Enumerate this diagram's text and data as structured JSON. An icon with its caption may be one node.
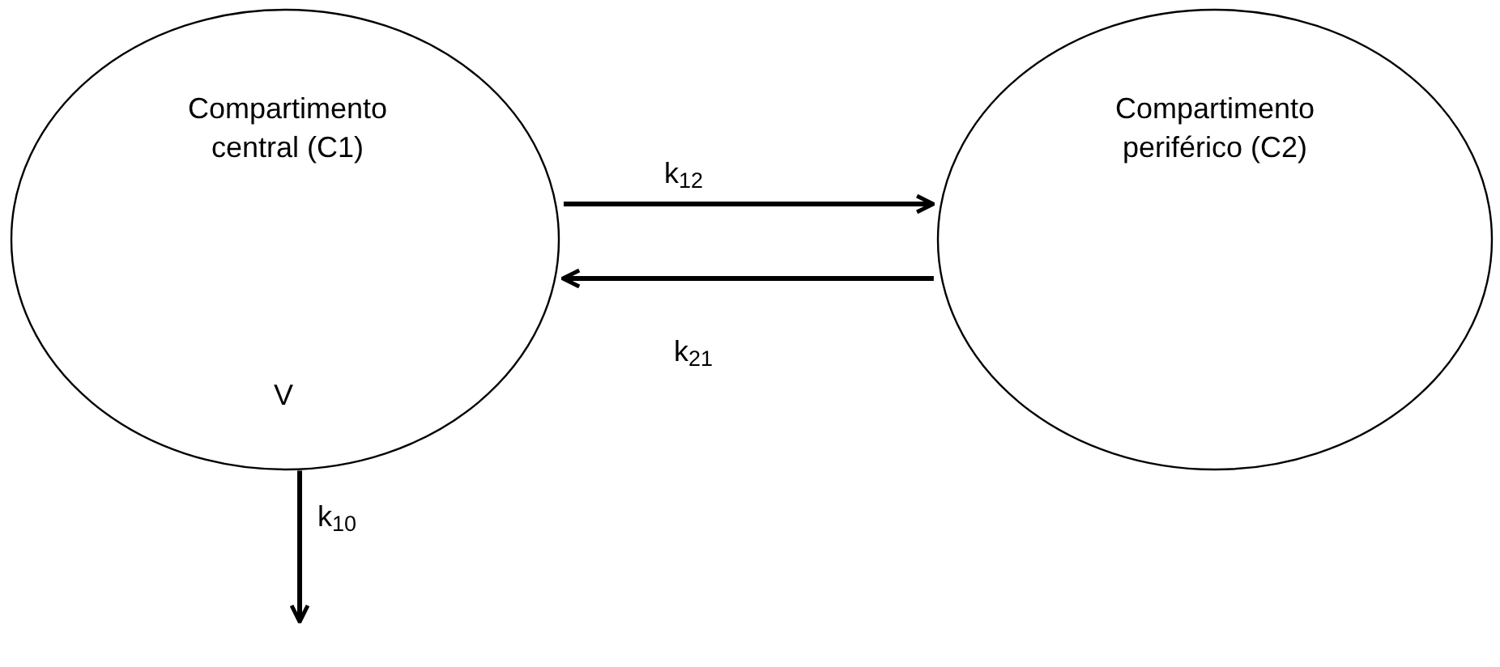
{
  "diagram": {
    "nodes": [
      {
        "text": [
          "Compartimento central (C1)",
          "V"
        ]
      },
      {
        "text": [
          "Compartimento periférico (C2)"
        ]
      }
    ],
    "edges": [
      {
        "from": 0,
        "to": 1,
        "arrow": "to",
        "label": "k$_{12}$"
      },
      {
        "from": 1,
        "to": 0,
        "arrow": "to",
        "label": "k$_{21}$"
      },
      {
        "from": 0,
        "to": null,
        "arrow": "to",
        "label": "k$_{10}$"
      }
    ]
  }
}
